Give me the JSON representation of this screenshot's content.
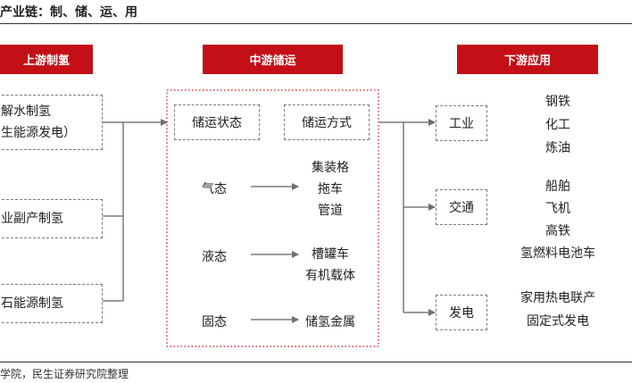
{
  "title": "产业链：制、储、运、用",
  "headers": {
    "upstream": "上游制氢",
    "midstream": "中游储运",
    "downstream": "下游应用"
  },
  "upstream": {
    "items": [
      {
        "lines": [
          "解水制氢",
          "生能源发电）"
        ]
      },
      {
        "lines": [
          "业副产制氢"
        ]
      },
      {
        "lines": [
          "石能源制氢"
        ]
      }
    ]
  },
  "midstream": {
    "box_left": "储运状态",
    "box_right": "储运方式",
    "rows": [
      {
        "state": "气态",
        "methods": [
          "集装格",
          "拖车",
          "管道"
        ]
      },
      {
        "state": "液态",
        "methods": [
          "槽罐车",
          "有机载体"
        ]
      },
      {
        "state": "固态",
        "methods": [
          "储氢金属"
        ]
      }
    ]
  },
  "downstream": {
    "groups": [
      {
        "label": "工业",
        "uses": [
          "钢铁",
          "化工",
          "炼油"
        ]
      },
      {
        "label": "交通",
        "uses": [
          "船舶",
          "飞机",
          "高铁",
          "氢燃料电池车"
        ]
      },
      {
        "label": "发电",
        "uses": [
          "家用热电联产",
          "固定式发电"
        ]
      }
    ]
  },
  "source": "学院，民生证券研究院整理",
  "colors": {
    "accent": "#c40f16",
    "line": "#7a7a7a",
    "dotted_frame": "#d9343a"
  }
}
